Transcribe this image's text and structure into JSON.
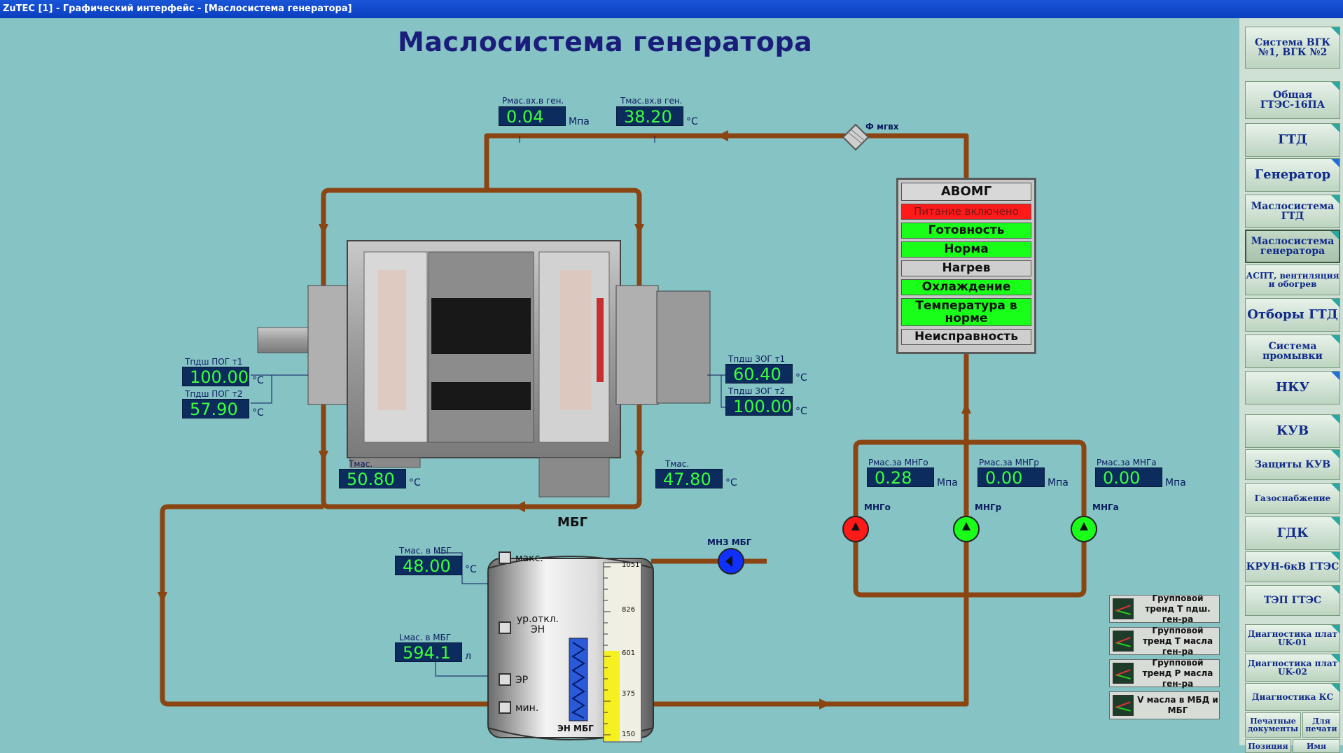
{
  "window_title": "ZuTEC [1] - Графический интерфейс - [Маслосистема генератора]",
  "main_title": "Маслосистема генератора",
  "colors": {
    "pipe": "#8b4513",
    "background": "#85c3c5",
    "value_bg": "#0d2c5e",
    "value_fg": "#39ff3a",
    "pump_red": "#ff1a1a",
    "pump_green": "#19ff19",
    "pump_blue": "#1030ff"
  },
  "inlet": {
    "p_label": "Рмас.вх.в ген.",
    "p_value": "0.04",
    "p_unit": "Мпа",
    "t_label": "Тмас.вх.в ген.",
    "t_value": "38.20",
    "t_unit": "°С",
    "filter_label": "Ф мгвх"
  },
  "bearing_front": {
    "t1_label": "Тпдш ПОГ т1",
    "t1_value": "100.00",
    "t1_unit": "°С",
    "t2_label": "Тпдш ПОГ т2",
    "t2_value": "57.90",
    "t2_unit": "°С"
  },
  "bearing_rear": {
    "t1_label": "Тпдш ЗОГ т1",
    "t1_value": "60.40",
    "t1_unit": "°С",
    "t2_label": "Тпдш ЗОГ т2",
    "t2_value": "100.00",
    "t2_unit": "°С"
  },
  "oil_out_left": {
    "label": "Тмас.",
    "value": "50.80",
    "unit": "°С"
  },
  "oil_out_right": {
    "label": "Тмас.",
    "value": "47.80",
    "unit": "°С"
  },
  "avomg": {
    "title": "АВОМГ",
    "rows": [
      {
        "text": "Питание включено",
        "state": "red"
      },
      {
        "text": "Готовность",
        "state": "green"
      },
      {
        "text": "Норма",
        "state": "green"
      },
      {
        "text": "Нагрев",
        "state": "gray"
      },
      {
        "text": "Охлаждение",
        "state": "green"
      },
      {
        "text": "Температура в норме",
        "state": "green"
      },
      {
        "text": "Неисправность",
        "state": "gray"
      }
    ]
  },
  "pumps": {
    "mngo": {
      "p_label": "Рмас.за МНГо",
      "p_value": "0.28",
      "p_unit": "Мпа",
      "name": "МНГо",
      "state": "red"
    },
    "mngr": {
      "p_label": "Рмас.за МНГр",
      "p_value": "0.00",
      "p_unit": "Мпа",
      "name": "МНГр",
      "state": "green"
    },
    "mnga": {
      "p_label": "Рмас.за МНГа",
      "p_value": "0.00",
      "p_unit": "Мпа",
      "name": "МНГа",
      "state": "green"
    }
  },
  "tank": {
    "title": "МБГ",
    "t_label": "Тмас. в МБГ",
    "t_value": "48.00",
    "t_unit": "°С",
    "l_label": "Lмас. в МБГ",
    "l_value": "594.1",
    "l_unit": "л",
    "level_max": "макс.",
    "level_en": "ур.откл. ЭН",
    "level_er": "ЭР",
    "level_min": "мин.",
    "heater_label": "ЭН МБГ",
    "scale": [
      "1051",
      "826",
      "601",
      "375",
      "150"
    ],
    "fill_fraction": 0.49,
    "pump_label": "МНЗ МБГ"
  },
  "trends": [
    {
      "label": "Групповой тренд Т пдш. ген-ра"
    },
    {
      "label": "Групповой тренд Т масла ген-ра"
    },
    {
      "label": "Групповой тренд Р масла ген-ра"
    },
    {
      "label": "V масла в МБД и МБГ"
    }
  ],
  "sidebar": {
    "items": [
      {
        "label": "Система ВГК №1, ВГК №2"
      },
      {
        "label": "Общая ГТЭС-16ПА"
      },
      {
        "label": "ГТД"
      },
      {
        "label": "Генератор"
      },
      {
        "label": "Маслосистема ГТД"
      },
      {
        "label": "Маслосистема генератора"
      },
      {
        "label": "АСПТ, вентиляция и обогрев"
      },
      {
        "label": "Отборы ГТД"
      },
      {
        "label": "Система промывки"
      },
      {
        "label": "НКУ"
      },
      {
        "label": "КУВ"
      },
      {
        "label": "Защиты КУВ"
      },
      {
        "label": "Газоснабжение"
      },
      {
        "label": "ГДК"
      },
      {
        "label": "КРУН-6кВ ГТЭС"
      },
      {
        "label": "ТЭП ГТЭС"
      },
      {
        "label": "Диагностика плат UK-01"
      },
      {
        "label": "Диагностика плат UK-02"
      },
      {
        "label": "Диагностика КС"
      },
      {
        "label": "Печатные документы"
      },
      {
        "label": "Для печати"
      },
      {
        "label": "Позиция"
      },
      {
        "label": "Имя"
      }
    ]
  }
}
